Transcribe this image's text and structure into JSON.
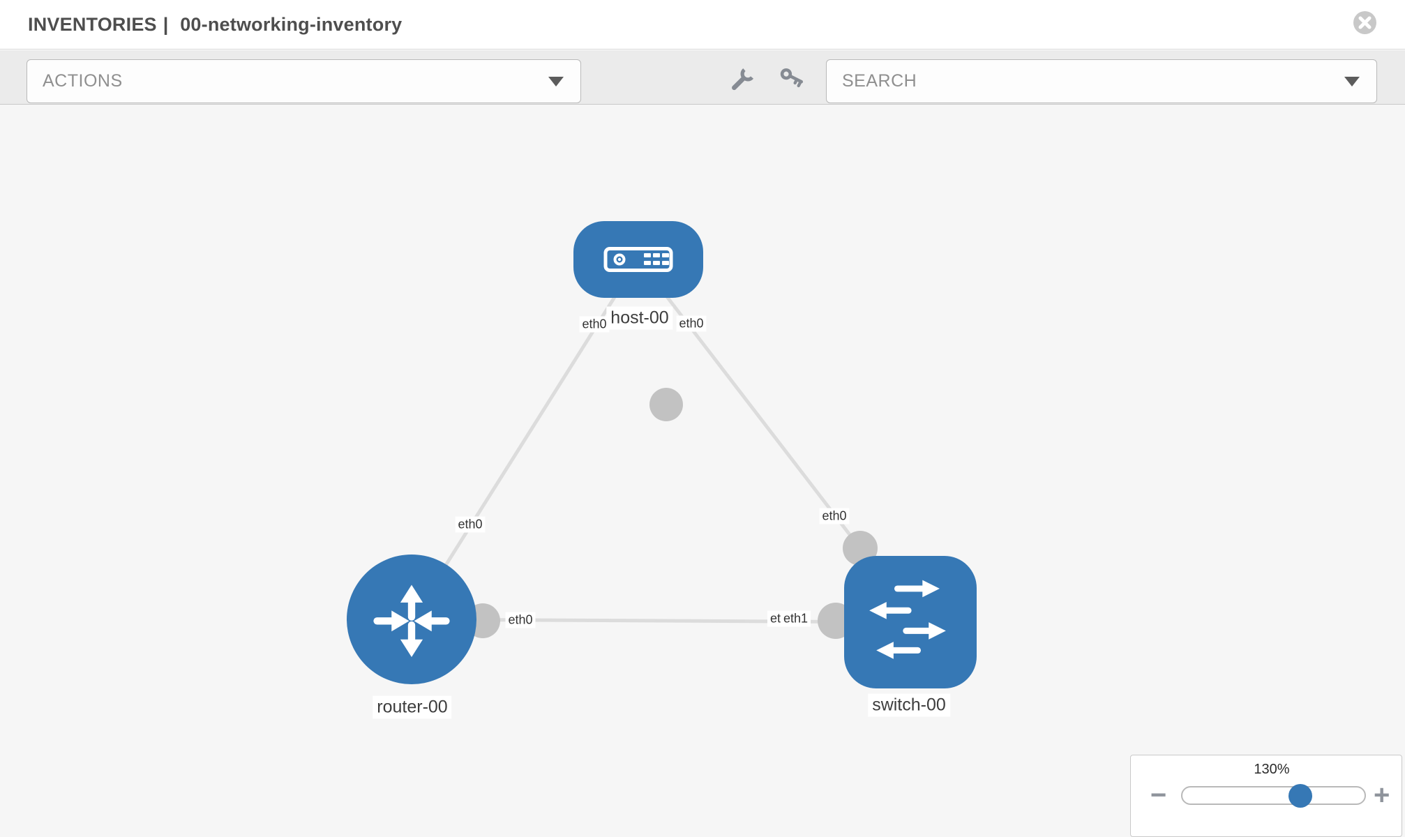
{
  "header": {
    "title_prefix": "INVENTORIES",
    "title_separator": "|",
    "inventory_name": "00-networking-inventory"
  },
  "toolbar": {
    "actions_label": "ACTIONS",
    "search_label": "SEARCH",
    "icons": [
      "wrench-icon",
      "key-icon"
    ]
  },
  "topology": {
    "nodes": [
      {
        "name": "host-00",
        "type": "host"
      },
      {
        "name": "router-00",
        "type": "router"
      },
      {
        "name": "switch-00",
        "type": "switch"
      }
    ],
    "links": [
      {
        "from": "host-00",
        "to": "router-00",
        "from_interface": "eth0",
        "to_interface": "eth0"
      },
      {
        "from": "host-00",
        "to": "switch-00",
        "from_interface": "eth0",
        "to_interface": "eth0"
      },
      {
        "from": "router-00",
        "to": "switch-00",
        "from_interface": "eth0",
        "to_interface": "eth1"
      }
    ],
    "node_labels": {
      "host": "host-00",
      "router": "router-00",
      "switch": "switch-00"
    },
    "interface_labels": {
      "host_left": "eth0",
      "host_right": "eth0",
      "host_router_mid": "eth0",
      "host_switch": "eth0",
      "router_switch_router_side": "eth0",
      "router_switch_switch_back": "eth0",
      "router_switch_switch_front": "eth1"
    }
  },
  "zoom_control": {
    "level": "130%",
    "zoom_out": "−",
    "zoom_in": "+"
  },
  "colors": {
    "node_blue": "#3678b5",
    "canvas_bg": "#f6f6f6",
    "toolbar_bg": "#ebebeb",
    "link_gray": "#dcdcdc",
    "interface_dot_gray": "#c2c2c2",
    "title_text": "#4e4e4e",
    "control_text": "#8f8f8f",
    "icon_gray": "#868b93",
    "close_button_gray": "#c8c8c8",
    "slider_thumb_blue": "#3678b5"
  }
}
